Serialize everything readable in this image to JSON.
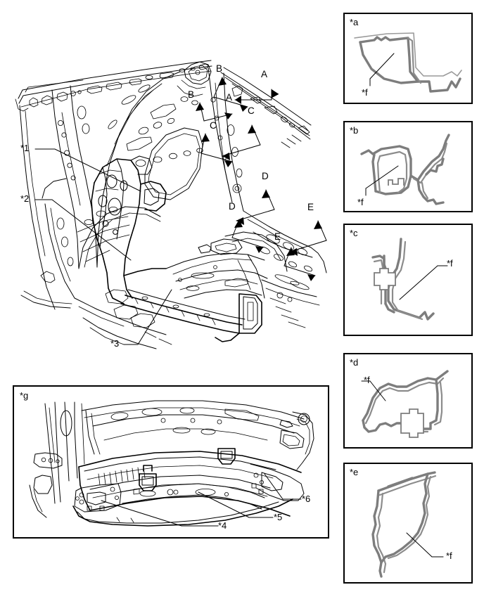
{
  "document": {
    "type": "vehicle-body-structure-exploded-diagram",
    "description": "Rear body / quarter panel structure with section cut indicators and sealer application detail views"
  },
  "main_diagram": {
    "name": "rear-quarter-body-structure",
    "part_callouts": [
      {
        "id": "*1",
        "label": "*1"
      },
      {
        "id": "*2",
        "label": "*2"
      },
      {
        "id": "*3",
        "label": "*3"
      }
    ],
    "section_markers": [
      {
        "label": "A",
        "role": "section-cut-upper-right"
      },
      {
        "label": "A",
        "role": "section-cut-upper-left"
      },
      {
        "label": "B",
        "role": "section-cut-upper-right"
      },
      {
        "label": "B",
        "role": "section-cut-upper-left"
      },
      {
        "label": "C",
        "role": "section-cut-upper-right"
      },
      {
        "label": "C",
        "role": "section-cut-lower-left"
      },
      {
        "label": "D",
        "role": "section-cut-upper-right"
      },
      {
        "label": "D",
        "role": "section-cut-lower-left"
      },
      {
        "label": "E",
        "role": "section-cut-upper-right"
      },
      {
        "label": "E",
        "role": "section-cut-lower-left"
      }
    ]
  },
  "detail_panels": [
    {
      "id": "a",
      "label": "*a",
      "callout": "*f",
      "callout_position": "lower-left"
    },
    {
      "id": "b",
      "label": "*b",
      "callout": "*f",
      "callout_position": "lower-left"
    },
    {
      "id": "c",
      "label": "*c",
      "callout": "*f",
      "callout_position": "upper-right"
    },
    {
      "id": "d",
      "label": "*d",
      "callout": "*f",
      "callout_position": "upper-left"
    },
    {
      "id": "e",
      "label": "*e",
      "callout": "*f",
      "callout_position": "lower-right"
    }
  ],
  "lower_panel": {
    "id": "g",
    "label": "*g",
    "name": "rear-end-panel-assembly",
    "part_callouts": [
      {
        "id": "*4",
        "label": "*4"
      },
      {
        "id": "*5",
        "label": "*5"
      },
      {
        "id": "*6",
        "label": "*6"
      }
    ]
  },
  "colors": {
    "line": "#000000",
    "sealer_bead": "#7d7d7d",
    "background": "#ffffff",
    "frame": "#000000"
  }
}
